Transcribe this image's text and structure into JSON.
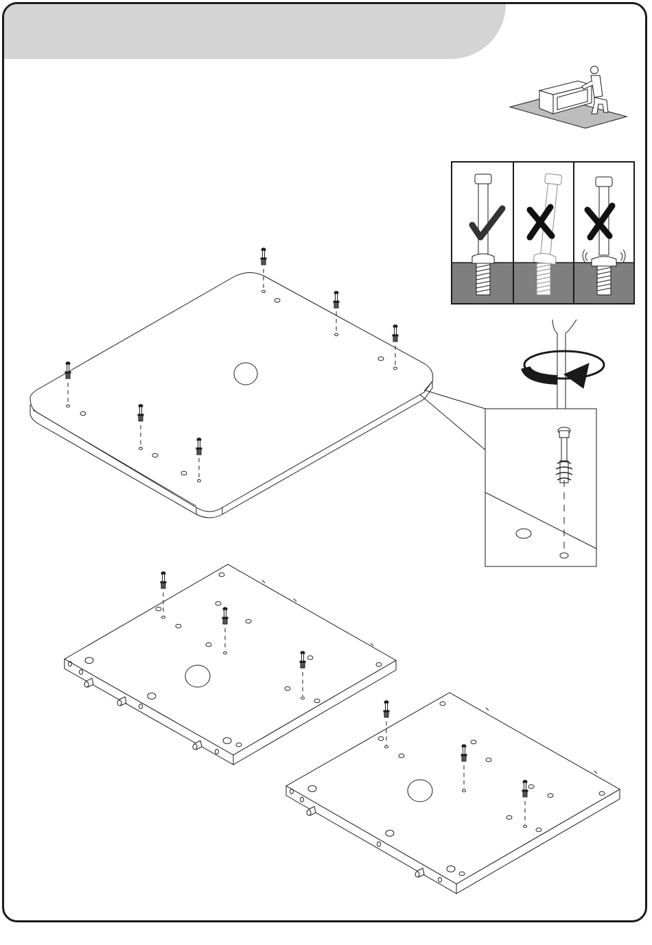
{
  "document": {
    "kind": "assembly-instruction-step",
    "header_band_text": "",
    "colors": {
      "outline": "#1a1a1a",
      "header_band": "#d4d4d4",
      "floor_panel": "#7f7f7f",
      "mat": "#bdbdbd"
    },
    "figures": [
      {
        "name": "assembly-helper-illustration",
        "icon": "kneeling-person-with-cabinet-icon"
      },
      {
        "name": "screw-depth-guide",
        "panels": [
          {
            "name": "correct-depth",
            "icon": "check-icon"
          },
          {
            "name": "not-fully-inserted",
            "icon": "cross-icon"
          },
          {
            "name": "over-tightened",
            "icon": "cross-icon"
          }
        ]
      },
      {
        "name": "screwdriver-detail",
        "icon": "rotate-clockwise-icon"
      },
      {
        "name": "top-panel-with-cam-bolts",
        "bolt_count": 6
      },
      {
        "name": "side-panel-left",
        "bolt_count": 3
      },
      {
        "name": "side-panel-right",
        "bolt_count": 3
      }
    ]
  }
}
